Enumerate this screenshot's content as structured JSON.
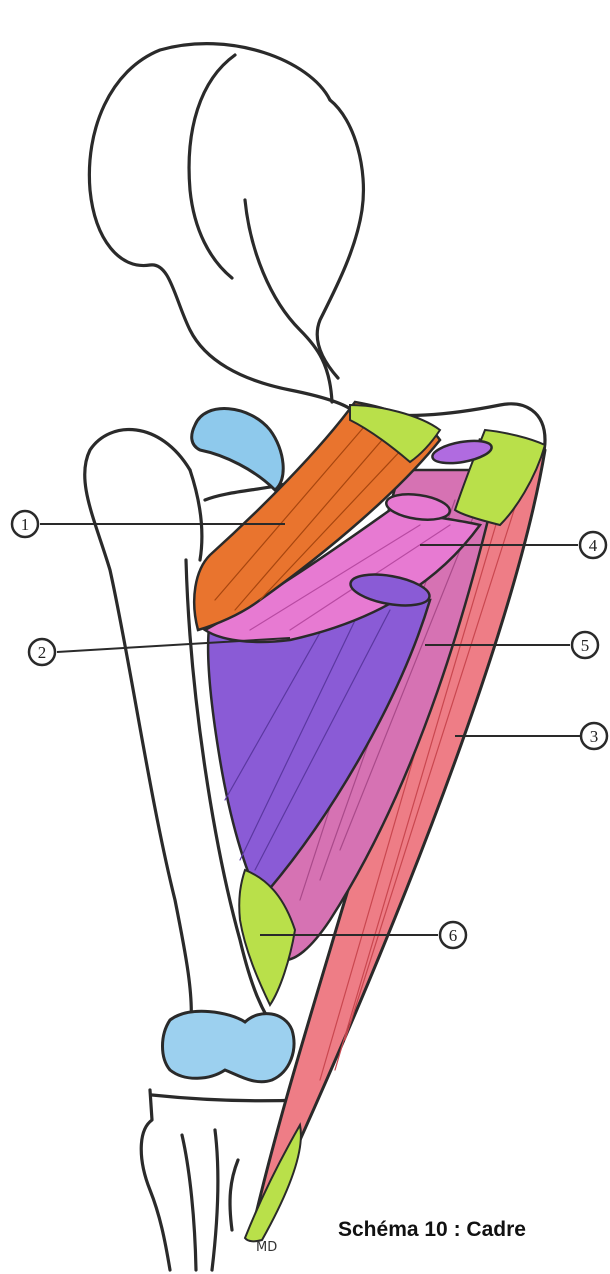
{
  "caption": "Schéma 10 : Cadre",
  "signature": "MD",
  "callouts": [
    {
      "label": "1"
    },
    {
      "label": "2"
    },
    {
      "label": "3"
    },
    {
      "label": "4"
    },
    {
      "label": "5"
    },
    {
      "label": "6"
    }
  ],
  "colors": {
    "muscle_1": "#e9742e",
    "muscle_2": "#8a5bd6",
    "muscle_3": "#ee7d86",
    "muscle_4": "#e77ad2",
    "muscle_5": "#d672b3",
    "tendon": "#b9e04a",
    "cartilage": "#8ec9ec",
    "outline": "#2a2a2a"
  }
}
